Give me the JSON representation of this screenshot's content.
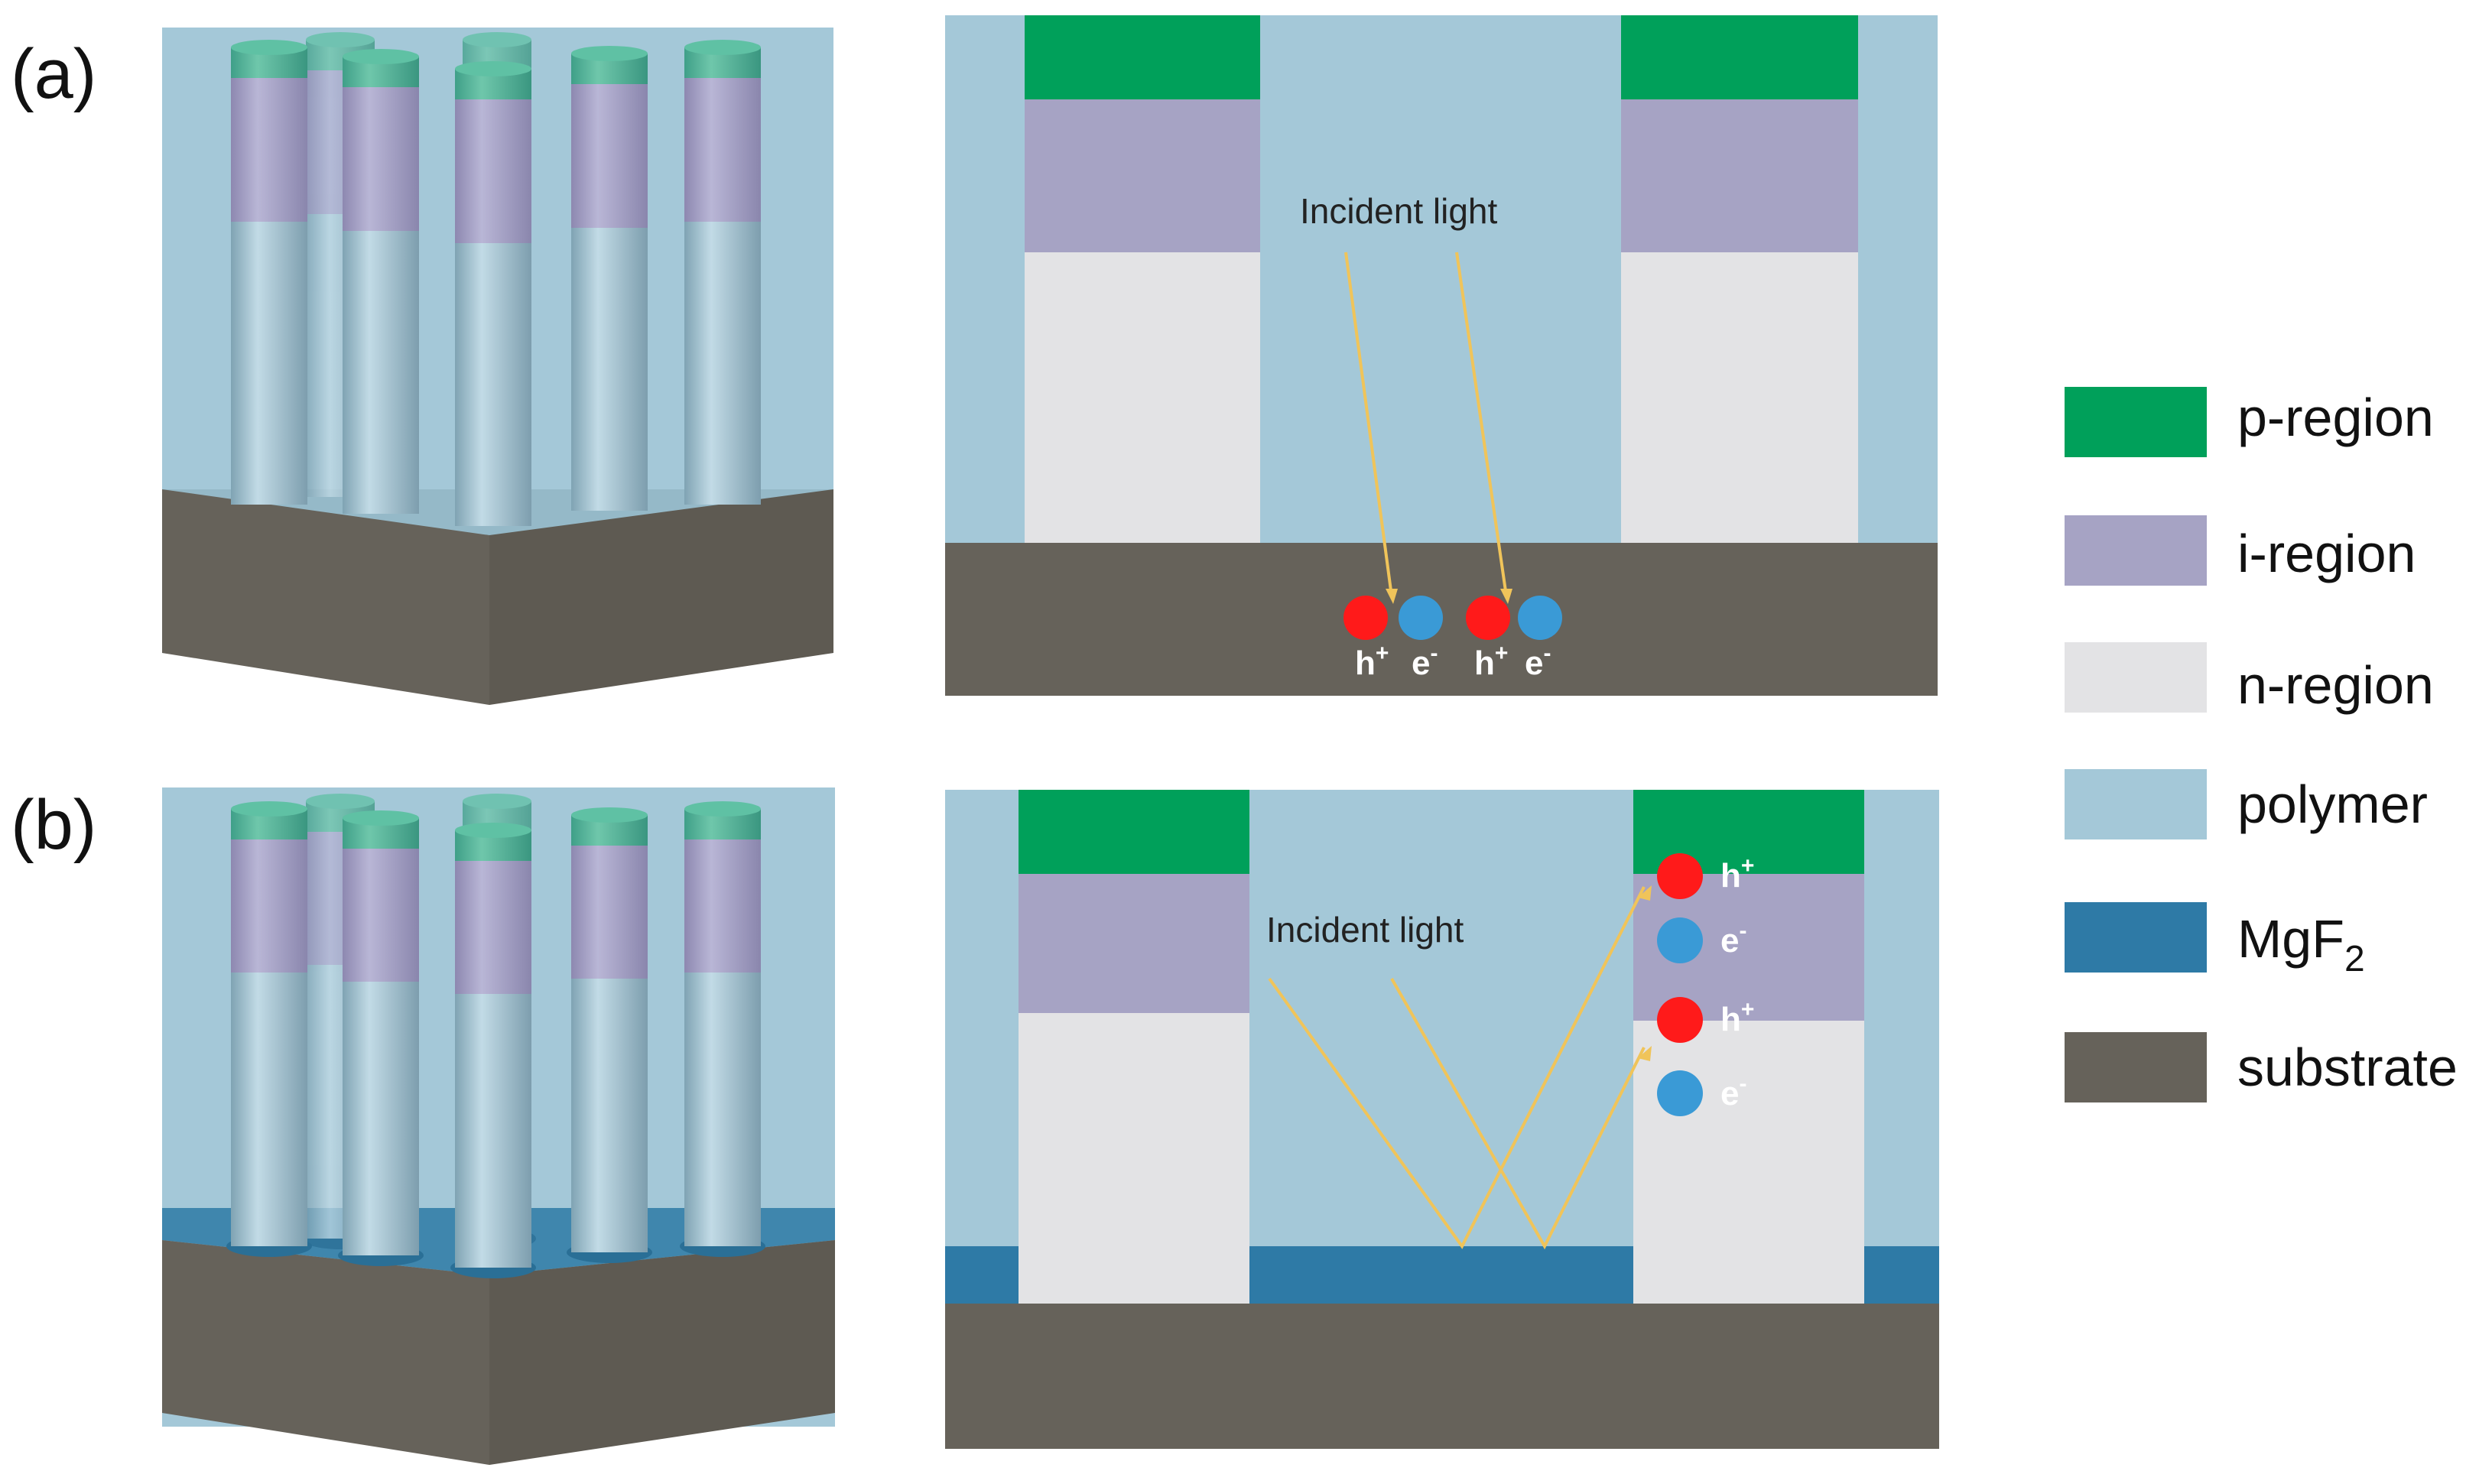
{
  "panels": {
    "a": {
      "label": "(a)",
      "annotation": "Incident light",
      "carriers": [
        {
          "base": "h",
          "sup": "+"
        },
        {
          "base": "e",
          "sup": "-"
        },
        {
          "base": "h",
          "sup": "+"
        },
        {
          "base": "e",
          "sup": "-"
        }
      ]
    },
    "b": {
      "label": "(b)",
      "annotation": "Incident light",
      "carriers": [
        {
          "base": "h",
          "sup": "+"
        },
        {
          "base": "e",
          "sup": "-"
        },
        {
          "base": "h",
          "sup": "+"
        },
        {
          "base": "e",
          "sup": "-"
        }
      ]
    }
  },
  "legend": {
    "items": [
      {
        "label": "p-region",
        "color": "#00a05a"
      },
      {
        "label": "i-region",
        "color": "#a6a3c4"
      },
      {
        "label": "n-region",
        "color": "#e3e3e5"
      },
      {
        "label": "polymer",
        "color": "#a4c8d8"
      },
      {
        "label": "MgF",
        "sub": "2",
        "color": "#2e7aa6"
      },
      {
        "label": "substrate",
        "color": "#66625a"
      }
    ]
  },
  "colors": {
    "p_region": "#00a05a",
    "i_region": "#a6a3c4",
    "n_region": "#e3e3e5",
    "polymer": "#a4c8d8",
    "mgf2": "#2e7aa6",
    "substrate": "#66625a",
    "light": "#f0c45a",
    "hole": "#ff1a1a",
    "electron": "#3a9ad6"
  }
}
